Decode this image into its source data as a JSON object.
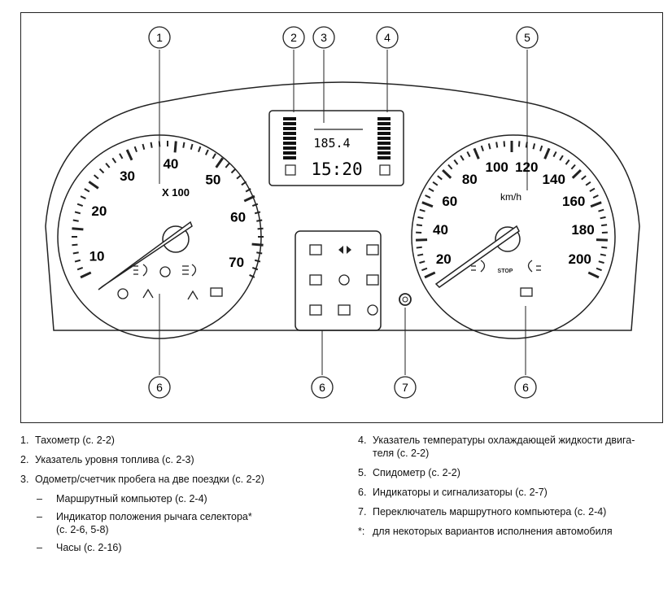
{
  "diagram": {
    "callouts": [
      "1",
      "2",
      "3",
      "4",
      "5",
      "6",
      "6",
      "6",
      "7"
    ],
    "tachometer": {
      "unit_label": "X 100",
      "scale": [
        "10",
        "20",
        "30",
        "40",
        "50",
        "60",
        "70"
      ]
    },
    "speedometer": {
      "unit_label": "km/h",
      "scale": [
        "20",
        "40",
        "60",
        "80",
        "100",
        "120",
        "140",
        "160",
        "180",
        "200"
      ],
      "stop_label": "STOP"
    },
    "display": {
      "odometer": "185.4",
      "clock": "15:20"
    },
    "icon_names": [
      "fuel-icon",
      "turn-signals-icon",
      "coolant-temp-icon",
      "oil-pressure-icon",
      "circle-indicator-icon",
      "glow-plug-icon",
      "battery-icon",
      "check-engine-icon",
      "brake-warning-icon",
      "low-beam-icon",
      "high-beam-icon",
      "fog-light-icon",
      "airbag-icon",
      "rear-defrost-icon"
    ]
  },
  "legend": {
    "left": [
      {
        "num": "1.",
        "text": "Тахометр (с. 2-2)"
      },
      {
        "num": "2.",
        "text": "Указатель уровня топлива  (с. 2-3)"
      },
      {
        "num": "3.",
        "text": "Одометр/счетчик пробега на две поездки (с. 2-2)"
      }
    ],
    "sub": [
      {
        "dash": "–",
        "text": "Маршрутный компьютер (с. 2-4)"
      },
      {
        "dash": "–",
        "text": "Индикатор положения рычага селектора*",
        "text2": "(с. 2-6, 5-8)"
      },
      {
        "dash": "–",
        "text": "Часы (с. 2-16)"
      }
    ],
    "right": [
      {
        "num": "4.",
        "text": "Указатель температуры охлаждающей жидкости двига-",
        "text2": "теля (с. 2-2)"
      },
      {
        "num": "5.",
        "text": "Спидометр (с. 2-2)"
      },
      {
        "num": "6.",
        "text": "Индикаторы и сигнализаторы (с. 2-7)"
      },
      {
        "num": "7.",
        "text": "Переключатель маршрутного компьютера (с. 2-4)"
      },
      {
        "num": "*:",
        "text": "для некоторых вариантов исполнения автомобиля"
      }
    ]
  }
}
